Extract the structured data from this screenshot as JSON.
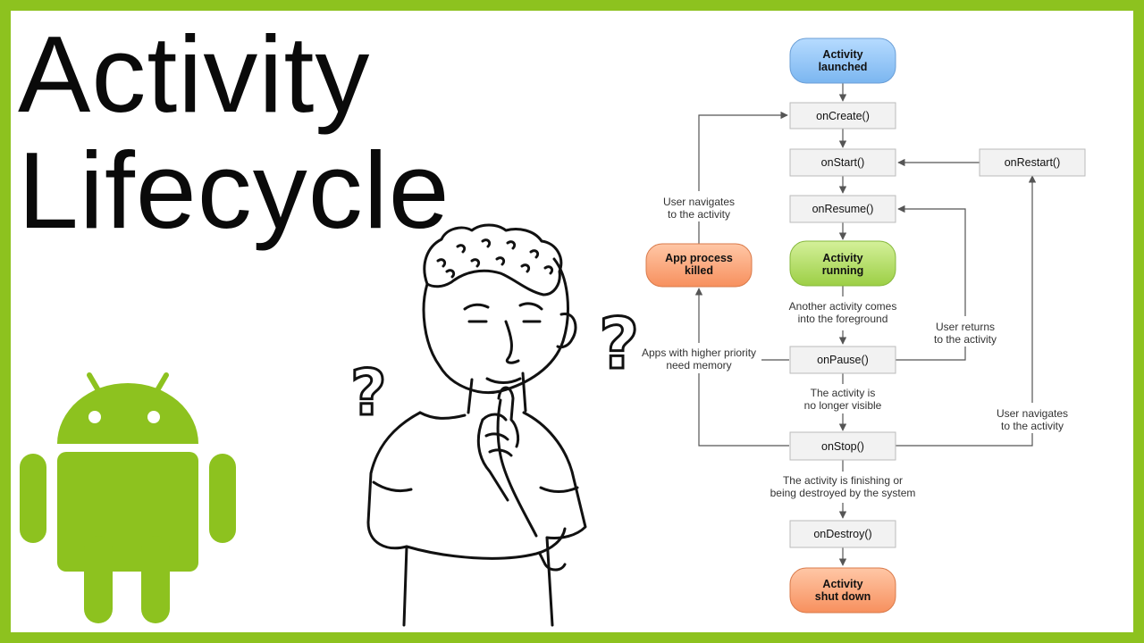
{
  "title": {
    "line1": "Activity",
    "line2": "Lifecycle"
  },
  "colors": {
    "frame": "#8dc21f",
    "android": "#8dc21f",
    "blue": "#8ec3f5",
    "green": "#a8d95a",
    "orange": "#f9a27a",
    "method": "#f2f2f2"
  },
  "icons": {
    "logo": "android-robot-icon",
    "figure": "thinking-person-illustration",
    "question_mark": "question-mark-icon"
  },
  "diagram": {
    "launched": [
      "Activity",
      "launched"
    ],
    "on_create": "onCreate()",
    "on_start": "onStart()",
    "on_restart": "onRestart()",
    "on_resume": "onResume()",
    "running": [
      "Activity",
      "running"
    ],
    "process_killed": [
      "App process",
      "killed"
    ],
    "on_pause": "onPause()",
    "on_stop": "onStop()",
    "on_destroy": "onDestroy()",
    "shut_down": [
      "Activity",
      "shut down"
    ],
    "lbl_user_navigates_left": [
      "User navigates",
      "to the activity"
    ],
    "lbl_another_activity": [
      "Another activity comes",
      "into the foreground"
    ],
    "lbl_user_returns": [
      "User returns",
      "to the activity"
    ],
    "lbl_higher_priority": [
      "Apps with higher priority",
      "need memory"
    ],
    "lbl_no_longer_visible": [
      "The activity is",
      "no longer visible"
    ],
    "lbl_user_navigates_right": [
      "User navigates",
      "to the activity"
    ],
    "lbl_finishing": [
      "The activity is finishing or",
      "being destroyed by the system"
    ]
  }
}
